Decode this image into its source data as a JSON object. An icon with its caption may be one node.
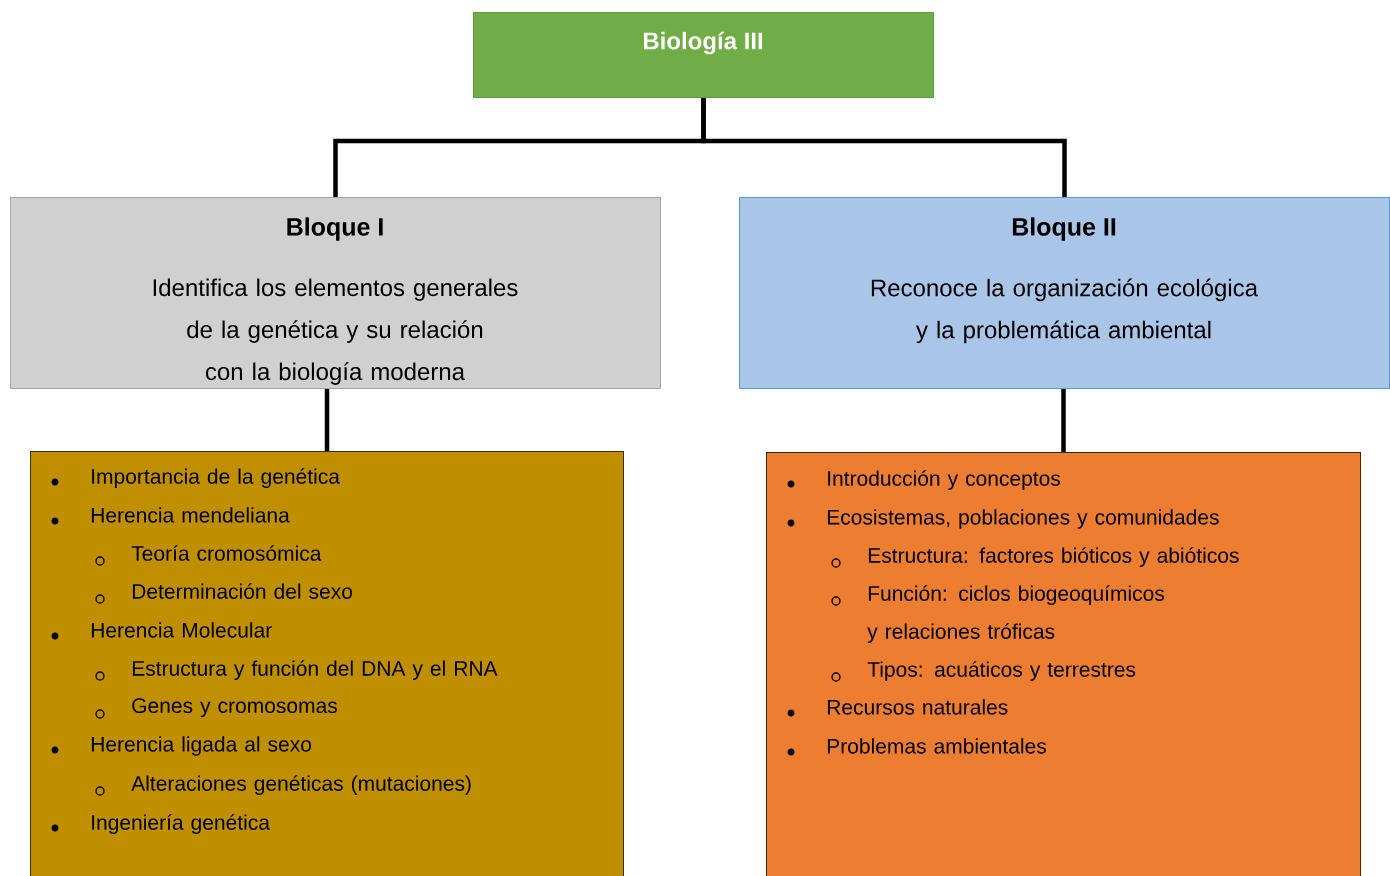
{
  "diagram": {
    "nodes": [
      {
        "text": [
          "Biología III"
        ]
      },
      {
        "text": [
          "Bloque I",
          "Identifica los elementos generales de la genética y su relación con la biología moderna"
        ]
      },
      {
        "text": [
          "Bloque II",
          "Reconoce la organización ecológica y la problemática ambiental"
        ]
      },
      {
        "text": [
          "Importancia de la genética",
          "Herencia mendeliana",
          "Teoría cromosómica",
          "Determinación del sexo",
          "Herencia Molecular",
          "Estructura y función del DNA y el RNA",
          "Genes y cromosomas",
          "Herencia ligada al sexo",
          "Alteraciones genéticas (mutaciones)",
          "Ingeniería genética"
        ]
      },
      {
        "text": [
          "Introducción y conceptos",
          "Ecosistemas, poblaciones y comunidades",
          "Estructura: factores bióticos y abióticos",
          "Función: ciclos biogeoquímicos y relaciones tróficas",
          "Tipos: acuáticos y terrestres",
          "Recursos naturales",
          "Problemas ambientales"
        ]
      }
    ],
    "edges": [
      {
        "from": 0,
        "to": 1,
        "arrow": "none"
      },
      {
        "from": 0,
        "to": 2,
        "arrow": "none"
      },
      {
        "from": 1,
        "to": 3,
        "arrow": "none"
      },
      {
        "from": 2,
        "to": 4,
        "arrow": "none"
      }
    ]
  }
}
